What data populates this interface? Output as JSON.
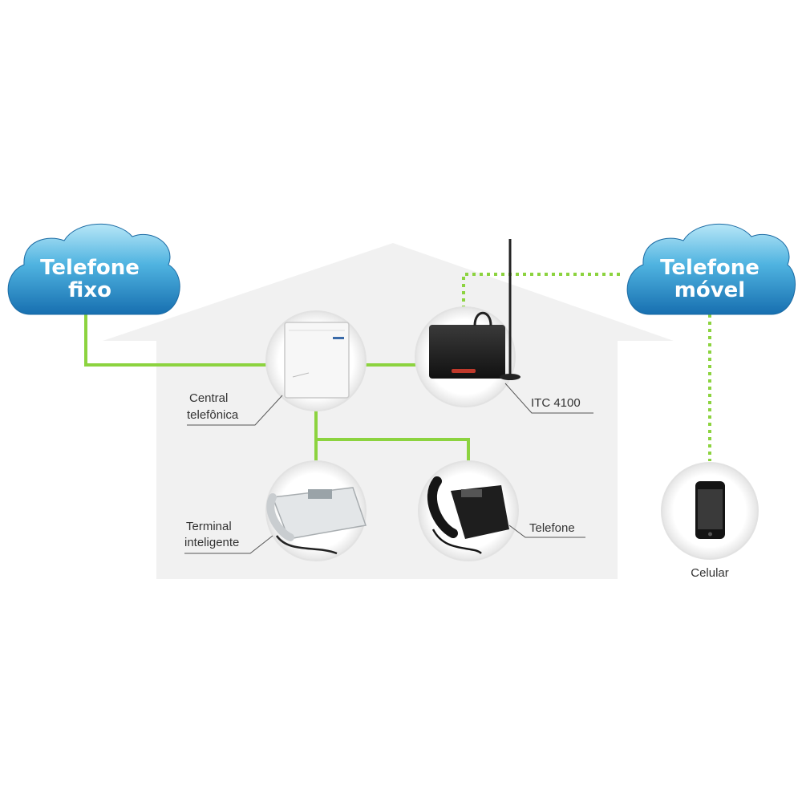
{
  "colors": {
    "house": "#f1f1f1",
    "link_solid": "#8cd33f",
    "link_dotted": "#8cd33f",
    "cloud_top": "#9fdcf3",
    "cloud_bottom": "#1e86c2",
    "label_text": "#333333"
  },
  "clouds": {
    "fixed": {
      "line1": "Telefone",
      "line2": "fixo"
    },
    "mobile": {
      "line1": "Telefone",
      "line2": "móvel"
    }
  },
  "devices": {
    "pbx": {
      "line1": "Central",
      "line2": "telefônica",
      "icon": "pbx-box-icon"
    },
    "itc": {
      "label": "ITC 4100",
      "icon": "cellular-interface-icon"
    },
    "terminal": {
      "line1": "Terminal",
      "line2": "inteligente",
      "icon": "desk-phone-icon"
    },
    "phone": {
      "label": "Telefone",
      "icon": "phone-icon"
    },
    "cell": {
      "label": "Celular",
      "icon": "smartphone-icon"
    }
  }
}
